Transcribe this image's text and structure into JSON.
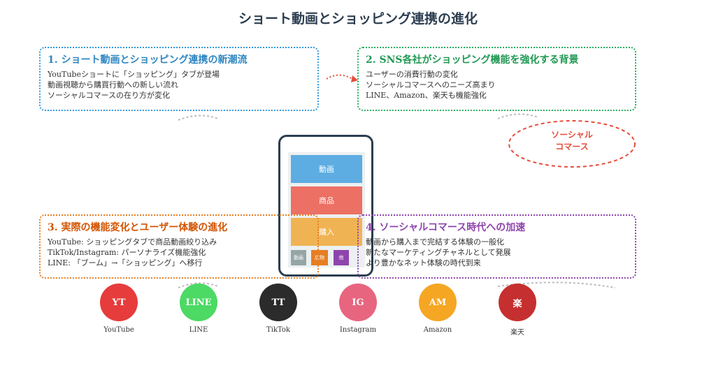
{
  "title": "ショート動画とショッピング連携の進化",
  "sections": [
    {
      "title": "1. ショート動画とショッピング連携の新潮流",
      "color": "#3498db",
      "lines": [
        "YouTubeショートに「ショッピング」タブが登場",
        "動画視聴から購買行動への新しい流れ",
        "ソーシャルコマースの在り方が変化"
      ]
    },
    {
      "title": "2. SNS各社がショッピング機能を強化する背景",
      "color": "#27ae60",
      "lines": [
        "ユーザーの消費行動の変化",
        "ソーシャルコマースへのニーズ高まり",
        "LINE、Amazon、楽天も機能強化"
      ]
    },
    {
      "title": "3. 実際の機能変化とユーザー体験の進化",
      "color": "#e67e22",
      "lines": [
        "YouTube: ショッピングタブで商品動画絞り込み",
        "TikTok/Instagram: パーソナライズ機能強化",
        "LINE: 「ブーム」→「ショッピング」へ移行"
      ]
    },
    {
      "title": "4. ソーシャルコマース時代への加速",
      "color": "#8e44ad",
      "lines": [
        "動画から購入まで完結する体験の一般化",
        "新たなマーケティングチャネルとして発展",
        "より豊かなネット体験の時代到来"
      ]
    }
  ],
  "social_commerce_bubble": {
    "line1": "ソーシャル",
    "line2": "コマース",
    "color": "#e74c3c"
  },
  "phone": {
    "blocks": [
      {
        "label": "動画",
        "color": "#5dade2"
      },
      {
        "label": "商品",
        "color": "#ec7063"
      },
      {
        "label": "購入",
        "color": "#f0b354"
      }
    ],
    "small_blocks": [
      {
        "label": "動画",
        "color": "#95a5a6"
      },
      {
        "label": "広物",
        "color": "#e67e22"
      },
      {
        "label": "他",
        "color": "#8e44ad"
      }
    ]
  },
  "platforms": [
    {
      "abbr": "YT",
      "name": "YouTube",
      "color": "#e63c3c"
    },
    {
      "abbr": "LINE",
      "name": "LINE",
      "color": "#4cd964"
    },
    {
      "abbr": "TT",
      "name": "TikTok",
      "color": "#2b2b2b"
    },
    {
      "abbr": "IG",
      "name": "Instagram",
      "color": "#e8657f"
    },
    {
      "abbr": "AM",
      "name": "Amazon",
      "color": "#f5a623"
    },
    {
      "abbr": "楽",
      "name": "楽天",
      "color": "#c62f2f"
    }
  ]
}
